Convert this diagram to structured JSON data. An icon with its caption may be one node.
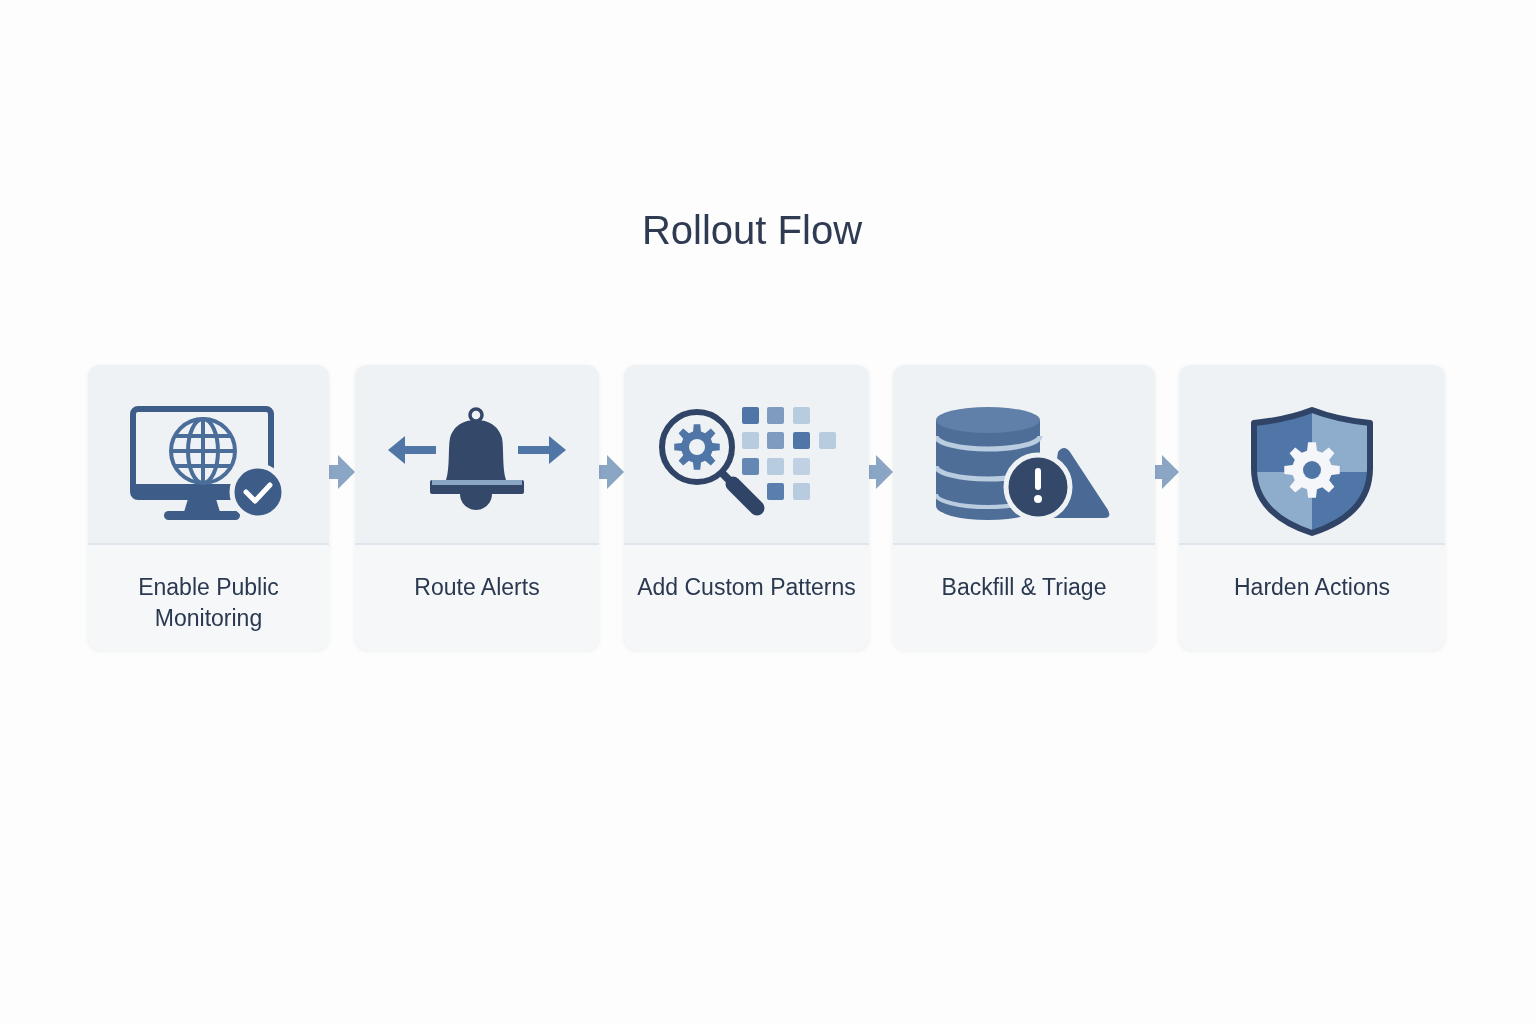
{
  "diagram": {
    "title": "Rollout Flow",
    "nodes": [
      {
        "text": [
          "Enable Public Monitoring"
        ]
      },
      {
        "text": [
          "Route Alerts"
        ]
      },
      {
        "text": [
          "Add Custom Patterns"
        ]
      },
      {
        "text": [
          "Backfill & Triage"
        ]
      },
      {
        "text": [
          "Harden Actions"
        ]
      }
    ],
    "edges": [
      {
        "from": 0,
        "to": 1,
        "arrow": "to"
      },
      {
        "from": 1,
        "to": 2,
        "arrow": "to"
      },
      {
        "from": 2,
        "to": 3,
        "arrow": "to"
      },
      {
        "from": 3,
        "to": 4,
        "arrow": "to"
      }
    ]
  }
}
